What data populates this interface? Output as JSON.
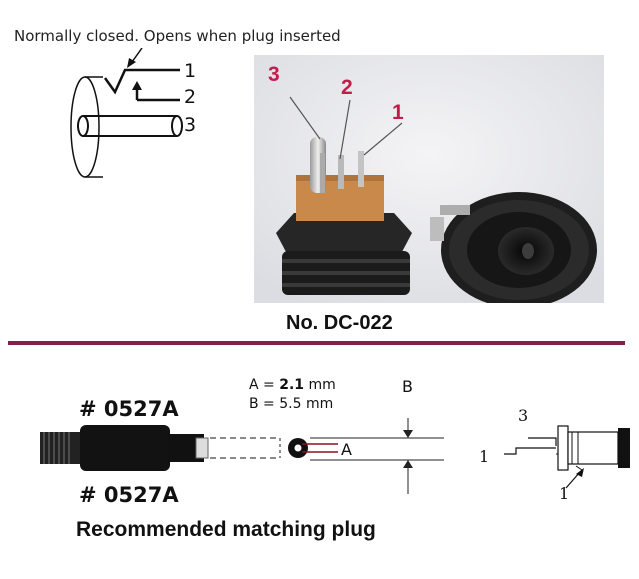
{
  "caption": "Normally closed. Opens when plug inserted",
  "schematic": {
    "pins": [
      "1",
      "2",
      "3"
    ]
  },
  "photo": {
    "labels": [
      "3",
      "2",
      "1"
    ]
  },
  "model": "No. DC-022",
  "plug": {
    "code_top": "# 0527A",
    "code_bottom": "# 0527A",
    "dim_a_prefix": "A = ",
    "dim_a_value": "2.1",
    "dim_a_unit": " mm",
    "dim_b": "B = 5.5 mm",
    "label_a": "A",
    "label_b": "B"
  },
  "side_view": {
    "labels": [
      "3",
      "1",
      "1"
    ]
  },
  "footer": "Recommended matching plug",
  "colors": {
    "divider": "#8a1c4a",
    "photo_labels": "#c21d4a",
    "inner_pin": "#8a1020"
  }
}
